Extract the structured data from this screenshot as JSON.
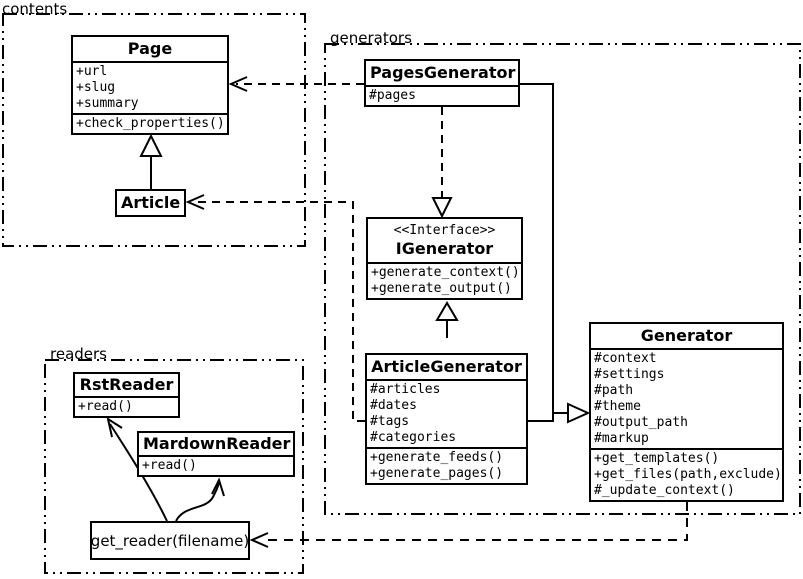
{
  "packages": {
    "contents": {
      "label": "contents"
    },
    "generators": {
      "label": "generators"
    },
    "readers": {
      "label": "readers"
    }
  },
  "classes": {
    "page": {
      "title": "Page",
      "attributes": [
        "+url",
        "+slug",
        "+summary"
      ],
      "methods": [
        "+check_properties()"
      ]
    },
    "article": {
      "title": "Article"
    },
    "pages_generator": {
      "title": "PagesGenerator",
      "attributes": [
        "#pages"
      ]
    },
    "igenerator": {
      "stereotype": "<<Interface>>",
      "title": "IGenerator",
      "methods": [
        "+generate_context()",
        "+generate_output()"
      ]
    },
    "article_generator": {
      "title": "ArticleGenerator",
      "attributes": [
        "#articles",
        "#dates",
        "#tags",
        "#categories"
      ],
      "methods": [
        "+generate_feeds()",
        "+generate_pages()"
      ]
    },
    "generator": {
      "title": "Generator",
      "attributes": [
        "#context",
        "#settings",
        "#path",
        "#theme",
        "#output_path",
        "#markup"
      ],
      "methods": [
        "+get_templates()",
        "+get_files(path,exclude)",
        "#_update_context()"
      ]
    },
    "rst_reader": {
      "title": "RstReader",
      "methods": [
        "+read()"
      ]
    },
    "mardown_reader": {
      "title": "MardownReader",
      "methods": [
        "+read()"
      ]
    },
    "get_reader": {
      "label": "get_reader(filename)"
    }
  },
  "relationships": [
    {
      "from": "Article",
      "to": "Page",
      "type": "inheritance"
    },
    {
      "from": "PagesGenerator",
      "to": "Page",
      "type": "dependency"
    },
    {
      "from": "ArticleGenerator",
      "to": "Article",
      "type": "dependency"
    },
    {
      "from": "PagesGenerator",
      "to": "IGenerator",
      "type": "realization"
    },
    {
      "from": "ArticleGenerator",
      "to": "IGenerator",
      "type": "inheritance"
    },
    {
      "from": "PagesGenerator",
      "to": "Generator",
      "type": "inheritance"
    },
    {
      "from": "ArticleGenerator",
      "to": "Generator",
      "type": "inheritance"
    },
    {
      "from": "Generator",
      "to": "get_reader(filename)",
      "type": "dependency"
    },
    {
      "from": "get_reader(filename)",
      "to": "RstReader",
      "type": "arrow"
    },
    {
      "from": "get_reader(filename)",
      "to": "MardownReader",
      "type": "arrow"
    }
  ],
  "colors": {
    "line": "#000000",
    "background": "#ffffff"
  }
}
